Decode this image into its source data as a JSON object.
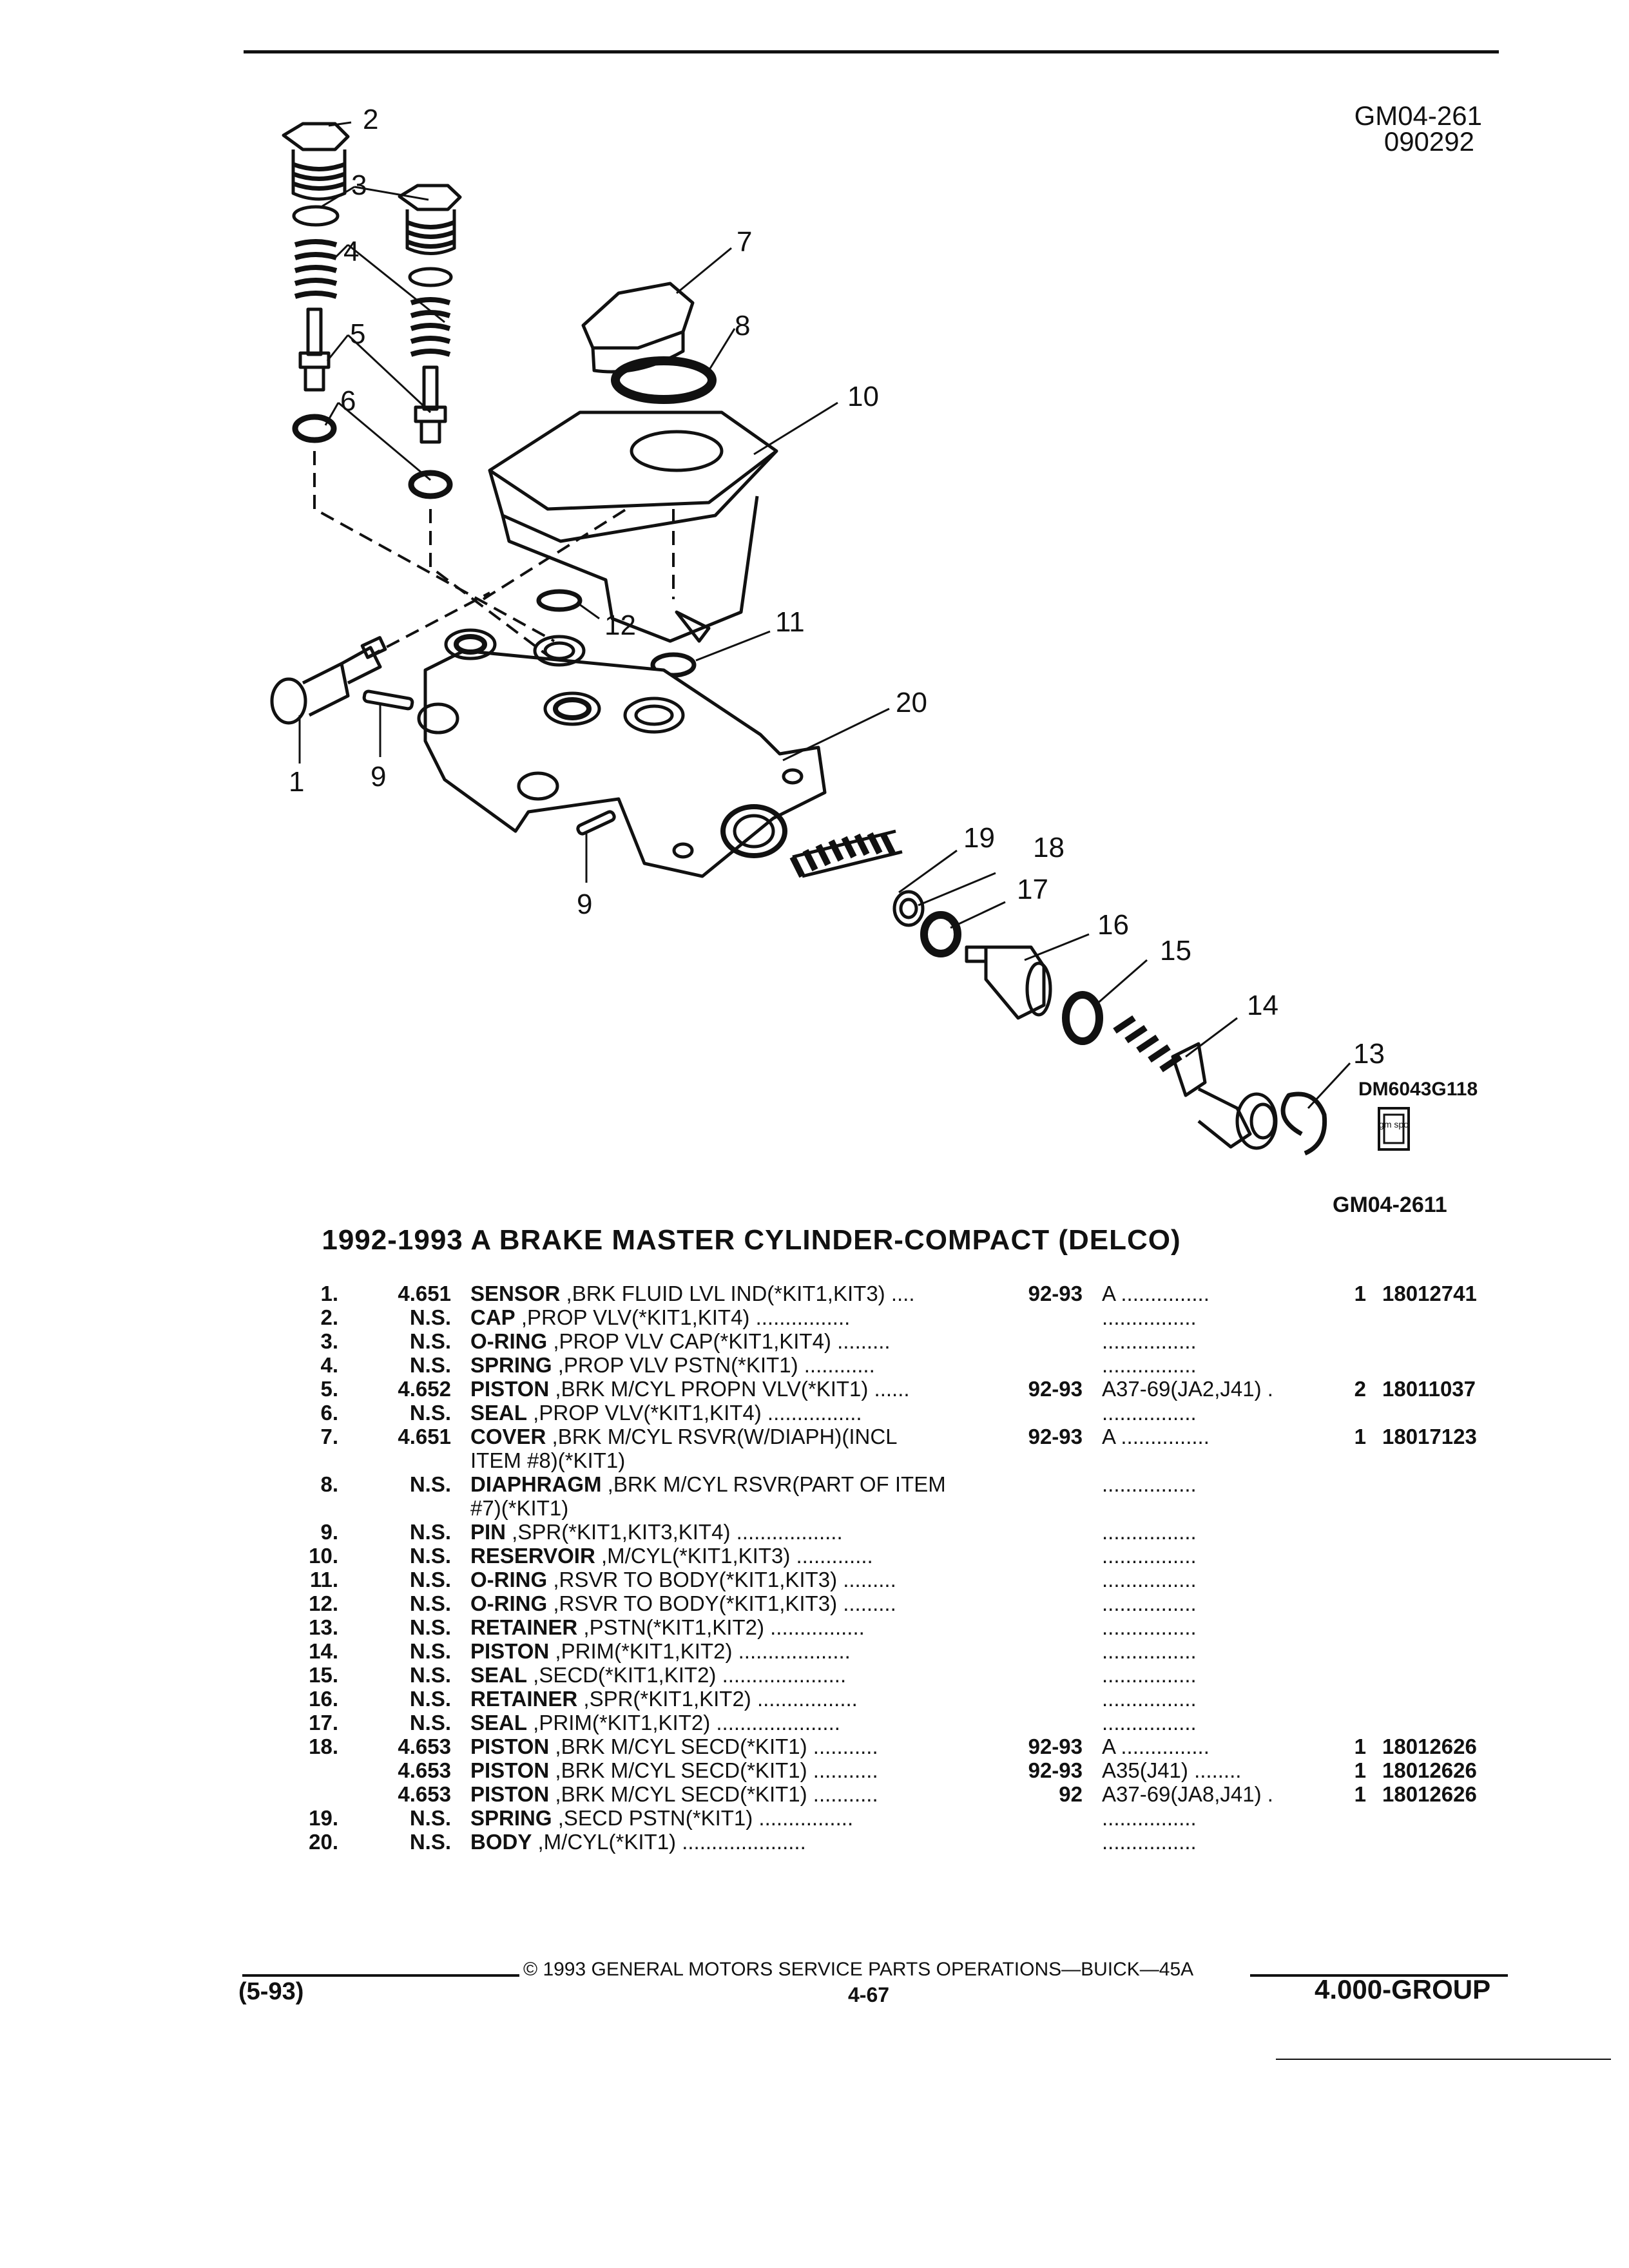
{
  "header": {
    "code": "GM04-261",
    "date": "090292"
  },
  "diagram": {
    "callouts": [
      "1",
      "2",
      "3",
      "4",
      "5",
      "6",
      "7",
      "8",
      "9",
      "9",
      "10",
      "11",
      "12",
      "13",
      "14",
      "15",
      "16",
      "17",
      "18",
      "19",
      "20"
    ],
    "reference": "DM6043G118",
    "logo_text": "gm spo",
    "figure_code": "GM04-2611"
  },
  "title": "1992-1993 A BRAKE MASTER CYLINDER-COMPACT (DELCO)",
  "parts": [
    {
      "item": "1.",
      "group": "4.651",
      "name": "SENSOR",
      "desc": " ,BRK FLUID LVL IND(*KIT1,KIT3)  ....",
      "years": "92-93",
      "model": "A ...............",
      "qty": "1",
      "part": "18012741"
    },
    {
      "item": "2.",
      "group": "N.S.",
      "name": "CAP",
      "desc": " ,PROP VLV(*KIT1,KIT4)  ................",
      "years": "",
      "model": "................",
      "qty": "",
      "part": ""
    },
    {
      "item": "3.",
      "group": "N.S.",
      "name": "O-RING",
      "desc": " ,PROP VLV CAP(*KIT1,KIT4)  .........",
      "years": "",
      "model": "................",
      "qty": "",
      "part": ""
    },
    {
      "item": "4.",
      "group": "N.S.",
      "name": "SPRING",
      "desc": " ,PROP VLV PSTN(*KIT1)  ............",
      "years": "",
      "model": "................",
      "qty": "",
      "part": ""
    },
    {
      "item": "5.",
      "group": "4.652",
      "name": "PISTON",
      "desc": " ,BRK M/CYL PROPN VLV(*KIT1)  ......",
      "years": "92-93",
      "model": "A37-69(JA2,J41)  .",
      "qty": "2",
      "part": "18011037"
    },
    {
      "item": "6.",
      "group": "N.S.",
      "name": "SEAL",
      "desc": " ,PROP VLV(*KIT1,KIT4)  ................",
      "years": "",
      "model": "................",
      "qty": "",
      "part": ""
    },
    {
      "item": "7.",
      "group": "4.651",
      "name": "COVER",
      "desc": " ,BRK M/CYL RSVR(W/DIAPH)(INCL",
      "desc2": "ITEM #8)(*KIT1)",
      "years": "92-93",
      "model": "A ...............",
      "qty": "1",
      "part": "18017123"
    },
    {
      "item": "8.",
      "group": "N.S.",
      "name": "DIAPHRAGM",
      "desc": " ,BRK M/CYL RSVR(PART OF ITEM",
      "desc2": "#7)(*KIT1)",
      "years": "",
      "model": "................",
      "qty": "",
      "part": ""
    },
    {
      "item": "9.",
      "group": "N.S.",
      "name": "PIN",
      "desc": " ,SPR(*KIT1,KIT3,KIT4)  ..................",
      "years": "",
      "model": "................",
      "qty": "",
      "part": ""
    },
    {
      "item": "10.",
      "group": "N.S.",
      "name": "RESERVOIR",
      "desc": " ,M/CYL(*KIT1,KIT3)  .............",
      "years": "",
      "model": "................",
      "qty": "",
      "part": ""
    },
    {
      "item": "11.",
      "group": "N.S.",
      "name": "O-RING",
      "desc": " ,RSVR TO BODY(*KIT1,KIT3)  .........",
      "years": "",
      "model": "................",
      "qty": "",
      "part": ""
    },
    {
      "item": "12.",
      "group": "N.S.",
      "name": "O-RING",
      "desc": " ,RSVR TO BODY(*KIT1,KIT3)  .........",
      "years": "",
      "model": "................",
      "qty": "",
      "part": ""
    },
    {
      "item": "13.",
      "group": "N.S.",
      "name": "RETAINER",
      "desc": " ,PSTN(*KIT1,KIT2)  ................",
      "years": "",
      "model": "................",
      "qty": "",
      "part": ""
    },
    {
      "item": "14.",
      "group": "N.S.",
      "name": "PISTON",
      "desc": " ,PRIM(*KIT1,KIT2)  ...................",
      "years": "",
      "model": "................",
      "qty": "",
      "part": ""
    },
    {
      "item": "15.",
      "group": "N.S.",
      "name": "SEAL",
      "desc": " ,SECD(*KIT1,KIT2)  .....................",
      "years": "",
      "model": "................",
      "qty": "",
      "part": ""
    },
    {
      "item": "16.",
      "group": "N.S.",
      "name": "RETAINER",
      "desc": " ,SPR(*KIT1,KIT2)  .................",
      "years": "",
      "model": "................",
      "qty": "",
      "part": ""
    },
    {
      "item": "17.",
      "group": "N.S.",
      "name": "SEAL",
      "desc": " ,PRIM(*KIT1,KIT2)  .....................",
      "years": "",
      "model": "................",
      "qty": "",
      "part": ""
    },
    {
      "item": "18.",
      "group": "4.653",
      "name": "PISTON",
      "desc": " ,BRK M/CYL SECD(*KIT1)  ...........",
      "years": "92-93",
      "model": "A ...............",
      "qty": "1",
      "part": "18012626"
    },
    {
      "item": "",
      "group": "4.653",
      "name": "PISTON",
      "desc": " ,BRK M/CYL SECD(*KIT1)  ...........",
      "years": "92-93",
      "model": "A35(J41)  ........",
      "qty": "1",
      "part": "18012626"
    },
    {
      "item": "",
      "group": "4.653",
      "name": "PISTON",
      "desc": " ,BRK M/CYL SECD(*KIT1)  ...........",
      "years": "92",
      "model": "A37-69(JA8,J41)  .",
      "qty": "1",
      "part": "18012626"
    },
    {
      "item": "19.",
      "group": "N.S.",
      "name": "SPRING",
      "desc": " ,SECD PSTN(*KIT1)  ................",
      "years": "",
      "model": "................",
      "qty": "",
      "part": ""
    },
    {
      "item": "20.",
      "group": "N.S.",
      "name": "BODY",
      "desc": " ,M/CYL(*KIT1)  .....................",
      "years": "",
      "model": "................",
      "qty": "",
      "part": ""
    }
  ],
  "footer": {
    "left_code": "(5-93)",
    "copyright": "©  1993  GENERAL MOTORS SERVICE PARTS OPERATIONS—BUICK—45A",
    "page": "4-67",
    "group": "4.000-GROUP"
  }
}
